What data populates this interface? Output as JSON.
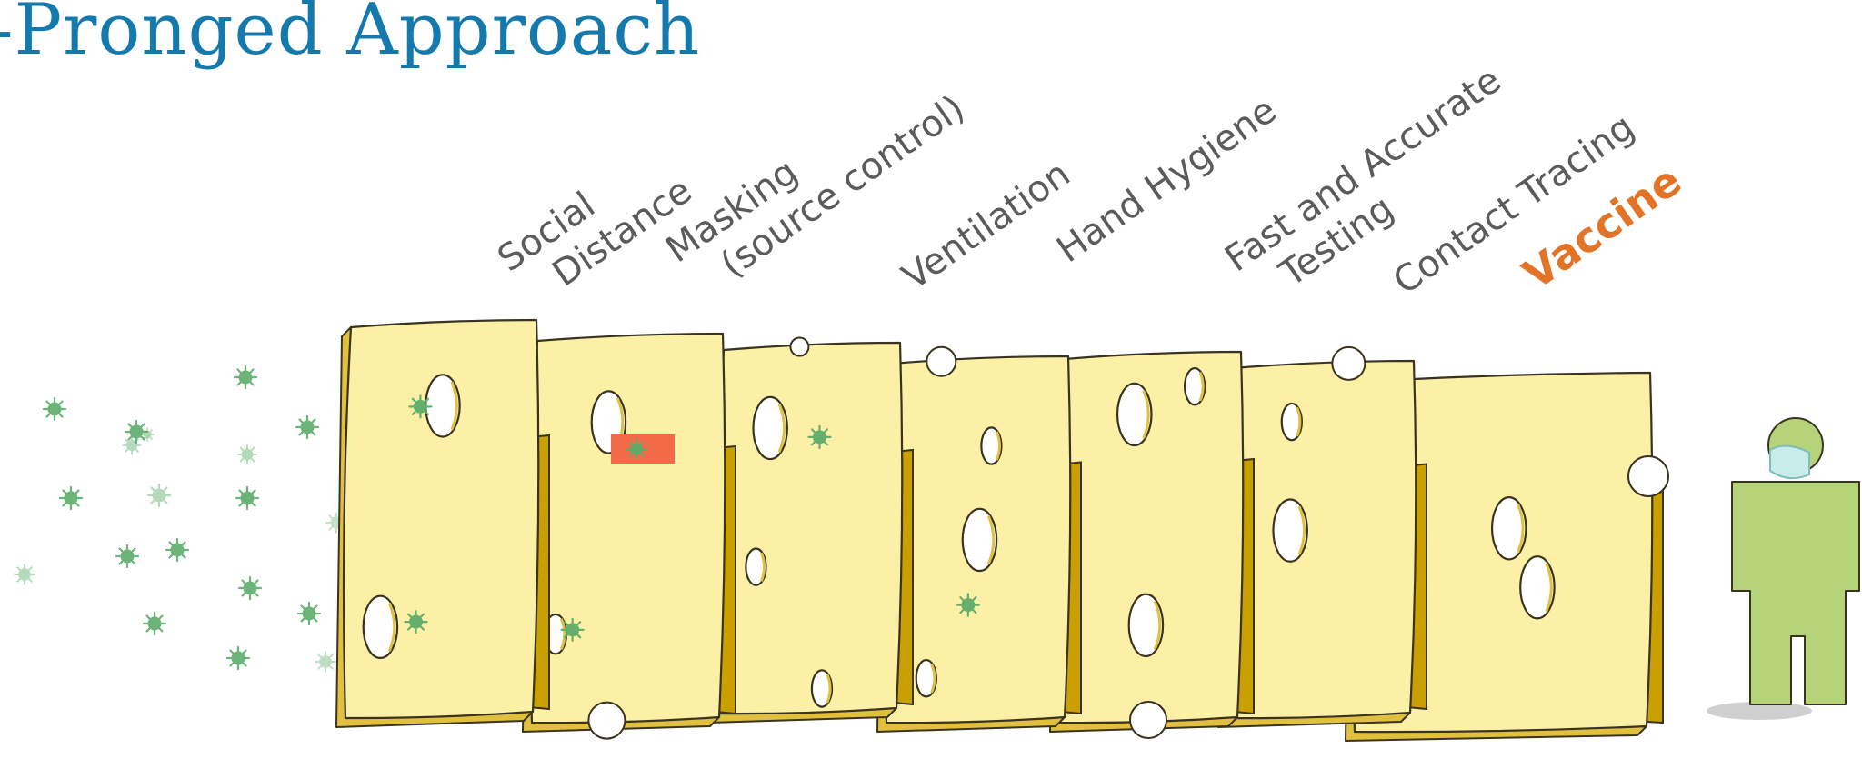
{
  "title": "ti-Pronged Approach",
  "layers": [
    {
      "label_lines": [
        "Social",
        "Distance"
      ],
      "highlight": false
    },
    {
      "label_lines": [
        "Masking",
        "(source control)"
      ],
      "highlight": false
    },
    {
      "label_lines": [
        "Ventilation"
      ],
      "highlight": false
    },
    {
      "label_lines": [
        "Hand Hygiene"
      ],
      "highlight": false
    },
    {
      "label_lines": [
        "Fast and Accurate",
        "Testing"
      ],
      "highlight": false
    },
    {
      "label_lines": [
        "Contact Tracing"
      ],
      "highlight": false
    },
    {
      "label_lines": [
        "Vaccine"
      ],
      "highlight": true
    }
  ],
  "colors": {
    "title": "#1479ad",
    "label": "#5b5b5b",
    "highlight_label": "#e27327",
    "cheese_face": "#fcefa6",
    "cheese_edge": "#e0c03c",
    "cheese_shadow": "#c9a000",
    "outline": "#3a3320",
    "virus": "#5dac6b",
    "arrow": "#f26a47",
    "person": "#b5d47a",
    "mask": "#c8ecea"
  },
  "icons": {
    "pathogen": "virus-icon",
    "person": "person-icon",
    "mask": "mask-icon"
  }
}
